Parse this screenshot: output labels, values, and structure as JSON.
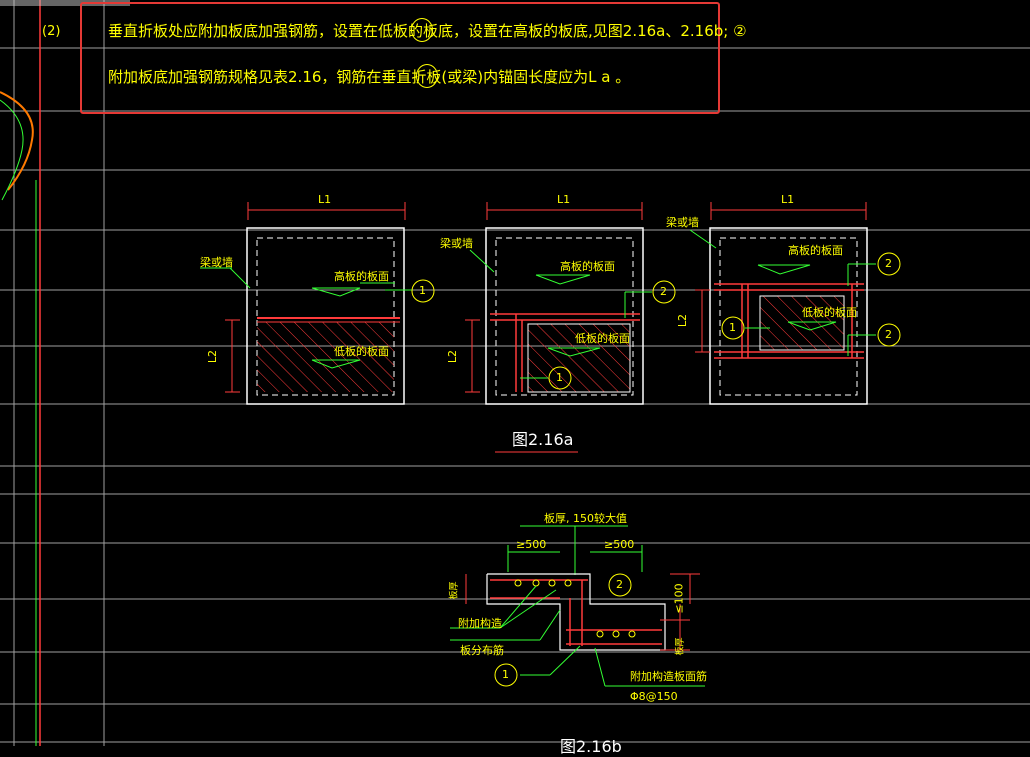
{
  "note": {
    "index": "(2)",
    "line1": "垂直折板处应附加板底加强钢筋，设置在低板的板底，设置在高板的板底,见图2.16a、2.16b; ②",
    "line2": "附加板底加强钢筋规格见表2.16，钢筋在垂直折板(或梁)内锚固长度应为L a 。"
  },
  "figure_a": {
    "caption": "图2.16a",
    "panels": [
      {
        "dim_top": "L1",
        "dim_side": "L2",
        "wall_label": "梁或墙",
        "high": "高板的板面",
        "low": "低板的板面",
        "callout": "1"
      },
      {
        "dim_top": "L1",
        "dim_side": "L2",
        "wall_label": "梁或墙",
        "high": "高板的板面",
        "low": "低板的板面",
        "callout_a": "2",
        "callout_b": "1"
      },
      {
        "dim_top": "L1",
        "dim_side": "L2",
        "wall_label": "梁或墙",
        "high": "高板的板面",
        "low": "低板的板面",
        "callout_a": "2",
        "callout_b": "2",
        "callout_c": "1"
      }
    ]
  },
  "figure_b": {
    "caption": "图2.16b",
    "top_label": "板厚, 150较大值",
    "dim_left": "≥500",
    "dim_right": "≥500",
    "dim_vert": "≤100",
    "side_left": "板厚",
    "side_right": "板厚",
    "label_add": "附加构造",
    "label_dist": "板分布筋",
    "label_bottom": "附加构造板面筋",
    "label_bar": "Φ8@150",
    "callout_top": "2",
    "callout_bot": "1"
  },
  "colors": {
    "background": "#000000",
    "text": "#ffff00",
    "dim": "#ff3b3b",
    "rebar": "#33ff33",
    "frame": "#ffffff",
    "highlight": "#e53935"
  }
}
